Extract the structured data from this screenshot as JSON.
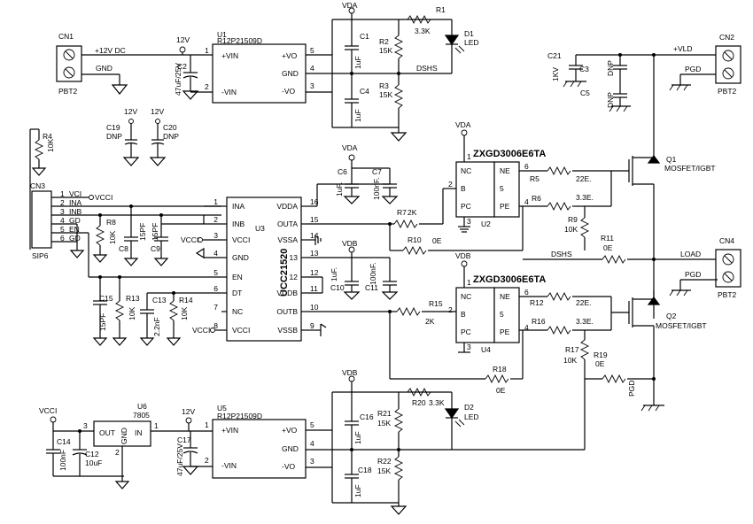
{
  "connectors": {
    "cn1": {
      "ref": "CN1",
      "type": "PBT2",
      "pins": [
        "+12V DC",
        "GND"
      ]
    },
    "cn2": {
      "ref": "CN2",
      "type": "PBT2",
      "pins": [
        "+VLD",
        "PGD"
      ]
    },
    "cn3": {
      "ref": "CN3",
      "type": "SIP6",
      "pins": [
        "VCI",
        "INA",
        "INB",
        "GD",
        "EN",
        "GD"
      ],
      "pin_numbers": [
        "1",
        "2",
        "3",
        "4",
        "5",
        "6"
      ]
    },
    "cn4": {
      "ref": "CN4",
      "type": "PBT2",
      "pins": [
        "LOAD",
        "PGD"
      ]
    }
  },
  "nets": {
    "vda": "VDA",
    "vdb": "VDB",
    "vcci": "VCCI",
    "v12": "12V",
    "dshs": "DSHS",
    "vld": "+VLD",
    "pgd": "PGD",
    "load": "LOAD"
  },
  "u1": {
    "ref": "U1",
    "part": "R12P21509D",
    "pins": {
      "vin": "+VIN",
      "nvin": "-VIN",
      "vo": "+VO",
      "gnd": "GND",
      "nvo": "-VO"
    },
    "nums": [
      "1",
      "2",
      "5",
      "4",
      "3"
    ]
  },
  "u5": {
    "ref": "U5",
    "part": "R12P21509D",
    "pins": {
      "vin": "+VIN",
      "nvin": "-VIN",
      "vo": "+VO",
      "gnd": "GND",
      "nvo": "-VO"
    },
    "nums": [
      "1",
      "2",
      "5",
      "4",
      "3"
    ]
  },
  "u6": {
    "ref": "U6",
    "part": "7805",
    "pins": {
      "out": "OUT",
      "in": "IN",
      "gnd": "GND"
    },
    "nums": [
      "3",
      "1",
      "2"
    ]
  },
  "u3": {
    "ref": "U3",
    "part": "UCC21520",
    "left_pins": [
      {
        "n": "1",
        "name": "INA"
      },
      {
        "n": "2",
        "name": "INB"
      },
      {
        "n": "3",
        "name": "VCCI"
      },
      {
        "n": "4",
        "name": "GND"
      },
      {
        "n": "5",
        "name": "EN"
      },
      {
        "n": "6",
        "name": "DT"
      },
      {
        "n": "7",
        "name": "NC"
      },
      {
        "n": "8",
        "name": "VCCI"
      }
    ],
    "right_pins": [
      {
        "n": "16",
        "name": "VDDA"
      },
      {
        "n": "15",
        "name": "OUTA"
      },
      {
        "n": "14",
        "name": "VSSA"
      },
      {
        "n": "13",
        "name": "13"
      },
      {
        "n": "12",
        "name": "12"
      },
      {
        "n": "11",
        "name": "VDDB"
      },
      {
        "n": "10",
        "name": "OUTB"
      },
      {
        "n": "9",
        "name": "VSSB"
      }
    ]
  },
  "u2": {
    "ref": "U2",
    "part": "ZXGD3006E6TA",
    "pins_left": [
      "NC",
      "B",
      "PC"
    ],
    "pins_right": [
      "NE",
      "5",
      "PE"
    ],
    "nums_left": [
      "1",
      "2",
      "3"
    ],
    "nums_right": [
      "6",
      "5",
      "4"
    ]
  },
  "u4": {
    "ref": "U4",
    "part": "ZXGD3006E6TA",
    "pins_left": [
      "NC",
      "B",
      "PC"
    ],
    "pins_right": [
      "NE",
      "5",
      "PE"
    ],
    "nums_left": [
      "1",
      "2",
      "3"
    ],
    "nums_right": [
      "6",
      "5",
      "4"
    ]
  },
  "q1": {
    "ref": "Q1",
    "desc": "MOSFET/IGBT"
  },
  "q2": {
    "ref": "Q2",
    "desc": "MOSFET/IGBT"
  },
  "d1": {
    "ref": "D1",
    "desc": "LED"
  },
  "d2": {
    "ref": "D2",
    "desc": "LED"
  },
  "resistors": {
    "r1": {
      "ref": "R1",
      "val": "3.3K"
    },
    "r2": {
      "ref": "R2",
      "val": "15K"
    },
    "r3": {
      "ref": "R3",
      "val": "15K"
    },
    "r4": {
      "ref": "R4",
      "val": "10K"
    },
    "r5": {
      "ref": "R5",
      "val": "22E."
    },
    "r6": {
      "ref": "R6",
      "val": "3.3E."
    },
    "r7": {
      "ref": "R7",
      "val": "2K"
    },
    "r8": {
      "ref": "R8",
      "val": "10K"
    },
    "r9": {
      "ref": "R9",
      "val": "10K"
    },
    "r10": {
      "ref": "R10",
      "val": "0E"
    },
    "r11": {
      "ref": "R11",
      "val": "0E"
    },
    "r12": {
      "ref": "R12",
      "val": "22E."
    },
    "r13": {
      "ref": "R13",
      "val": "10K"
    },
    "r14": {
      "ref": "R14",
      "val": "10K"
    },
    "r15": {
      "ref": "R15",
      "val": "2K"
    },
    "r16": {
      "ref": "R16",
      "val": "3.3E."
    },
    "r17": {
      "ref": "R17",
      "val": "10K"
    },
    "r18": {
      "ref": "R18",
      "val": "0E"
    },
    "r19": {
      "ref": "R19",
      "val": "0E"
    },
    "r20": {
      "ref": "R20",
      "val": "3.3K"
    },
    "r21": {
      "ref": "R21",
      "val": "15K"
    },
    "r22": {
      "ref": "R22",
      "val": "15K"
    }
  },
  "capacitors": {
    "c1": {
      "ref": "C1",
      "val": "1uF"
    },
    "c2": {
      "ref": "C2",
      "val": "47uF/25V"
    },
    "c3": {
      "ref": "C3",
      "val": "1KV"
    },
    "c4": {
      "ref": "C4",
      "val": "1uF"
    },
    "c5": {
      "ref": "C5",
      "val": "DNP"
    },
    "c5b": {
      "ref": "",
      "val": "DNP"
    },
    "c6": {
      "ref": "C6",
      "val": "1uF."
    },
    "c7": {
      "ref": "C7",
      "val": "100nF."
    },
    "c8": {
      "ref": "C8",
      "val": "15PF"
    },
    "c9": {
      "ref": "C9",
      "val": "15PF"
    },
    "c10": {
      "ref": "C10",
      "val": "1uF."
    },
    "c11": {
      "ref": "C11",
      "val": "100nF."
    },
    "c12": {
      "ref": "C12",
      "val": "10uF"
    },
    "c13": {
      "ref": "C13",
      "val": "2.2nF"
    },
    "c14": {
      "ref": "C14",
      "val": "100nF"
    },
    "c15": {
      "ref": "C15",
      "val": "15PF"
    },
    "c16": {
      "ref": "C16",
      "val": "1uF"
    },
    "c17": {
      "ref": "C17",
      "val": "47uF/25V"
    },
    "c18": {
      "ref": "C18",
      "val": "1uF"
    },
    "c19": {
      "ref": "C19",
      "val": "DNP"
    },
    "c20": {
      "ref": "C20",
      "val": "DNP"
    },
    "c21": {
      "ref": "C21",
      "val": ""
    }
  },
  "labels": {
    "gnd": "GND",
    "v12a": "12V",
    "v12b": "12V",
    "v12c": "12V",
    "v12d": "12V"
  }
}
